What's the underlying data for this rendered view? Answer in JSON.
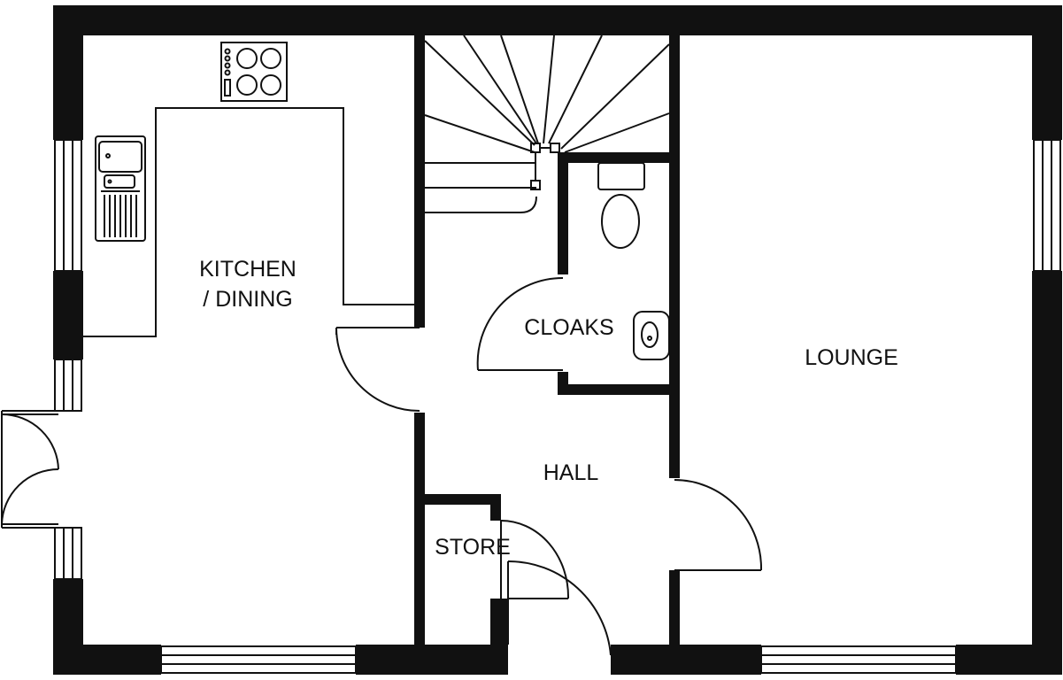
{
  "rooms": {
    "kitchen_line1": "KITCHEN",
    "kitchen_line2": "/ DINING",
    "cloaks": "CLOAKS",
    "lounge": "LOUNGE",
    "hall": "HALL",
    "store": "STORE"
  },
  "colors": {
    "wall": "#111111",
    "background": "#ffffff"
  }
}
